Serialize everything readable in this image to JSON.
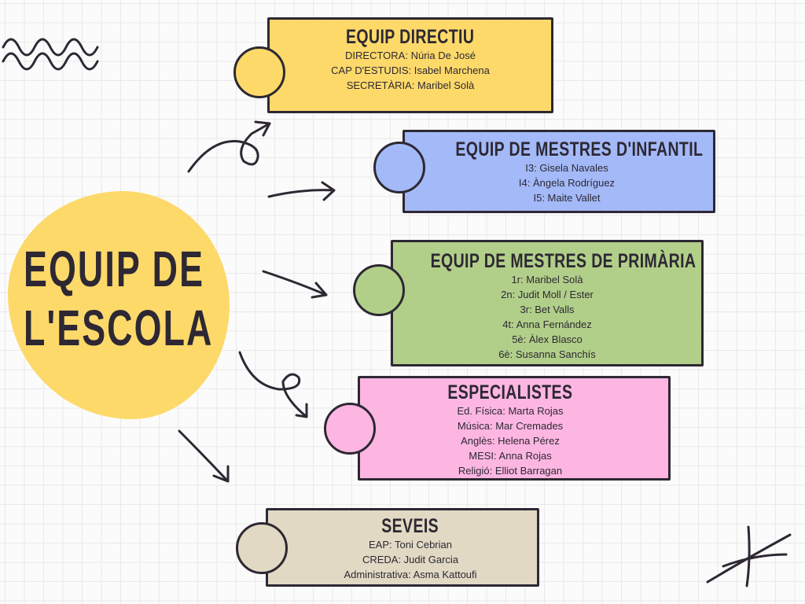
{
  "title": {
    "line1": "EQUIP DE",
    "line2": "L'ESCOLA"
  },
  "boxes": [
    {
      "title": "EQUIP DIRECTIU",
      "color": "#fdd96a",
      "lines": [
        "DIRECTORA: Núria De José",
        "CAP D'ESTUDIS: Isabel Marchena",
        "SECRETÀRIA: Maribel Solà"
      ]
    },
    {
      "title": "EQUIP DE MESTRES D'INFANTIL",
      "color": "#a3b9f8",
      "lines": [
        "I3: Gisela Navales",
        "I4: Àngela Rodríguez",
        "I5: Maite Vallet"
      ]
    },
    {
      "title": "EQUIP DE MESTRES DE PRIMÀRIA",
      "color": "#b1cf89",
      "lines": [
        "1r: Maribel Solà",
        "2n: Judit Moll / Ester",
        "3r: Bet Valls",
        "4t: Anna Fernández",
        "5è: Àlex Blasco",
        "6è: Susanna Sanchís"
      ]
    },
    {
      "title": "ESPECIALISTES",
      "color": "#fdb6e2",
      "lines": [
        "Ed. Física: Marta Rojas",
        "Música: Mar Cremades",
        "Anglès: Helena Pérez",
        "MESI: Anna Rojas",
        "Religió: Elliot Barragan"
      ]
    },
    {
      "title": "SEVEIS",
      "color": "#e1d9c4",
      "lines": [
        "EAP: Toni Cebrian",
        "CREDA: Judit Garcia",
        "Administrativa: Asma Kattoufi"
      ]
    }
  ]
}
